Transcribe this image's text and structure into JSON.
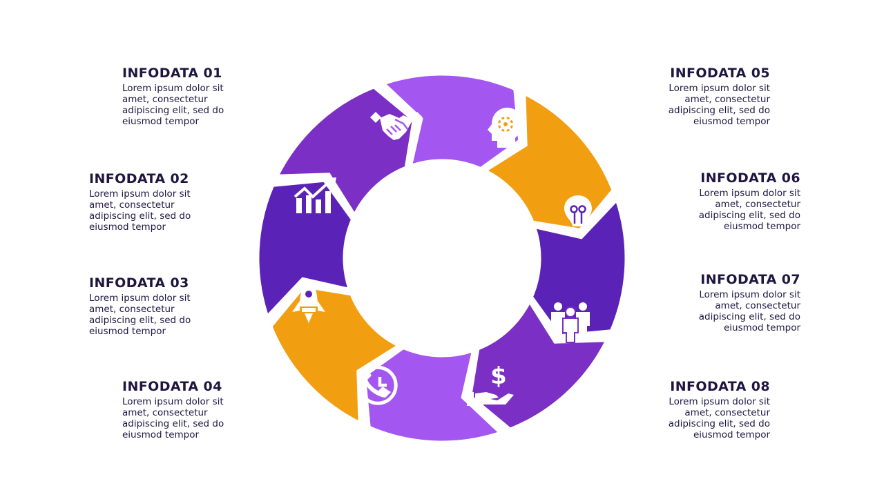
{
  "items": [
    {
      "title": "INFODATA 01",
      "body": "Lorem ipsum dolor sit amet, consectetur adipiscing elit, sed do eiusmod tempor"
    },
    {
      "title": "INFODATA 02",
      "body": "Lorem ipsum dolor sit amet, consectetur adipiscing elit, sed do eiusmod tempor"
    },
    {
      "title": "INFODATA 03",
      "body": "Lorem ipsum dolor sit amet, consectetur adipiscing elit, sed do eiusmod tempor"
    },
    {
      "title": "INFODATA 04",
      "body": "Lorem ipsum dolor sit amet, consectetur adipiscing elit, sed do eiusmod tempor"
    },
    {
      "title": "INFODATA 05",
      "body": "Lorem ipsum dolor sit amet, consectetur adipiscing elit, sed do eiusmod tempor"
    },
    {
      "title": "INFODATA 06",
      "body": "Lorem ipsum dolor sit amet, consectetur adipiscing elit, sed do eiusmod tempor"
    },
    {
      "title": "INFODATA 07",
      "body": "Lorem ipsum dolor sit amet, consectetur adipiscing elit, sed do eiusmod tempor"
    },
    {
      "title": "INFODATA 08",
      "body": "Lorem ipsum dolor sit amet, consectetur adipiscing elit, sed do eiusmod tempor"
    }
  ],
  "segments": [
    {
      "color": "#a457f0",
      "icon": "handshake-icon"
    },
    {
      "color": "#f29e11",
      "icon": "head-gear-icon"
    },
    {
      "color": "#5b22b8",
      "icon": "lightbulb-icon"
    },
    {
      "color": "#7b2fc4",
      "icon": "team-icon"
    },
    {
      "color": "#a457f0",
      "icon": "money-hand-icon"
    },
    {
      "color": "#f29e11",
      "icon": "phone-clock-icon"
    },
    {
      "color": "#5b22b8",
      "icon": "rocket-icon"
    },
    {
      "color": "#7b2fc4",
      "icon": "growth-chart-icon"
    }
  ]
}
